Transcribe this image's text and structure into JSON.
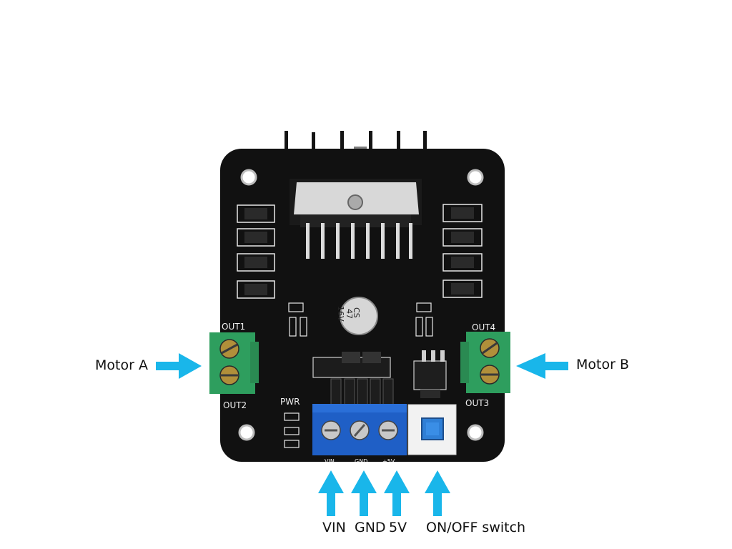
{
  "board": {
    "silk_out1": "OUT1",
    "silk_out2": "OUT2",
    "silk_out3": "OUT3",
    "silk_out4": "OUT4",
    "silk_pwr": "PWR",
    "silk_vin": "VIN",
    "silk_gnd": "GND",
    "silk_5v": "+5V",
    "cap_line1": "CS",
    "cap_line2": "47",
    "cap_line3": "16V"
  },
  "callouts": {
    "motor_a": "Motor A",
    "motor_b": "Motor B",
    "vin": "VIN",
    "gnd": "GND",
    "five_v": "5V",
    "switch": "ON/OFF switch"
  },
  "colors": {
    "arrow": "#19b6ea",
    "pcb": "#111111",
    "terminal_green": "#2e9e5e",
    "terminal_blue": "#1f5fc6",
    "switch_button": "#2f7fd6"
  },
  "icons": {
    "arrow": "arrow-icon"
  }
}
